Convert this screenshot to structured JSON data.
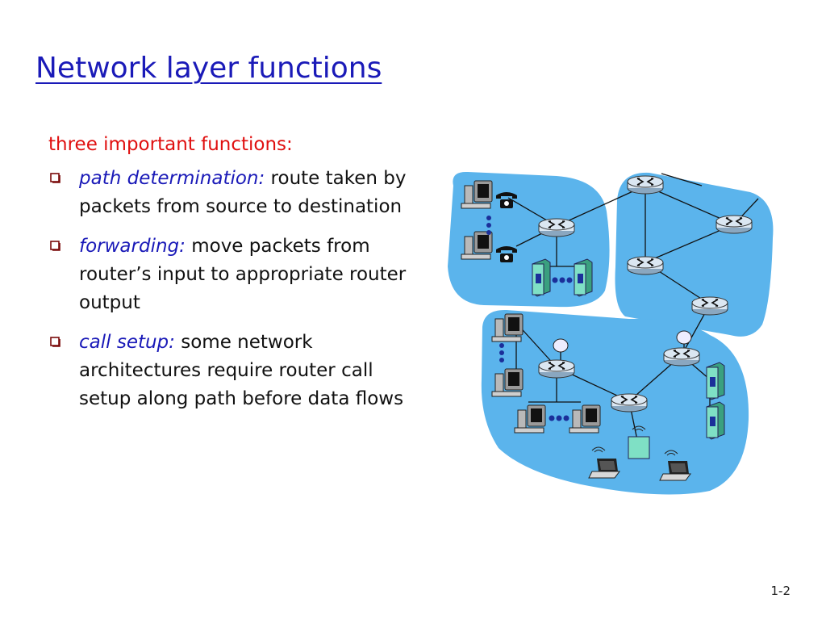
{
  "slide": {
    "title": "Network layer functions",
    "intro": "three important functions:",
    "bullets": [
      {
        "term": "path determination:",
        "text": " route taken by packets from source to destination"
      },
      {
        "term": "forwarding:",
        "text": " move packets from router’s input to appropriate router output"
      },
      {
        "term": "call setup:",
        "text": " some network architectures require router call setup along path before data flows"
      }
    ],
    "page_number": "1-2"
  },
  "colors": {
    "title": "#1a1ab8",
    "intro": "#e01010",
    "term": "#1a1ab8",
    "cloud": "#5bb4ec",
    "router": "#dbe7f2"
  },
  "icons": {
    "bullet": "hollow-square-bullet",
    "router": "router-icon",
    "host": "desktop-computer-icon",
    "phone": "telephone-icon",
    "server": "server-icon",
    "laptop": "laptop-icon",
    "access_point": "wireless-access-point-icon"
  }
}
